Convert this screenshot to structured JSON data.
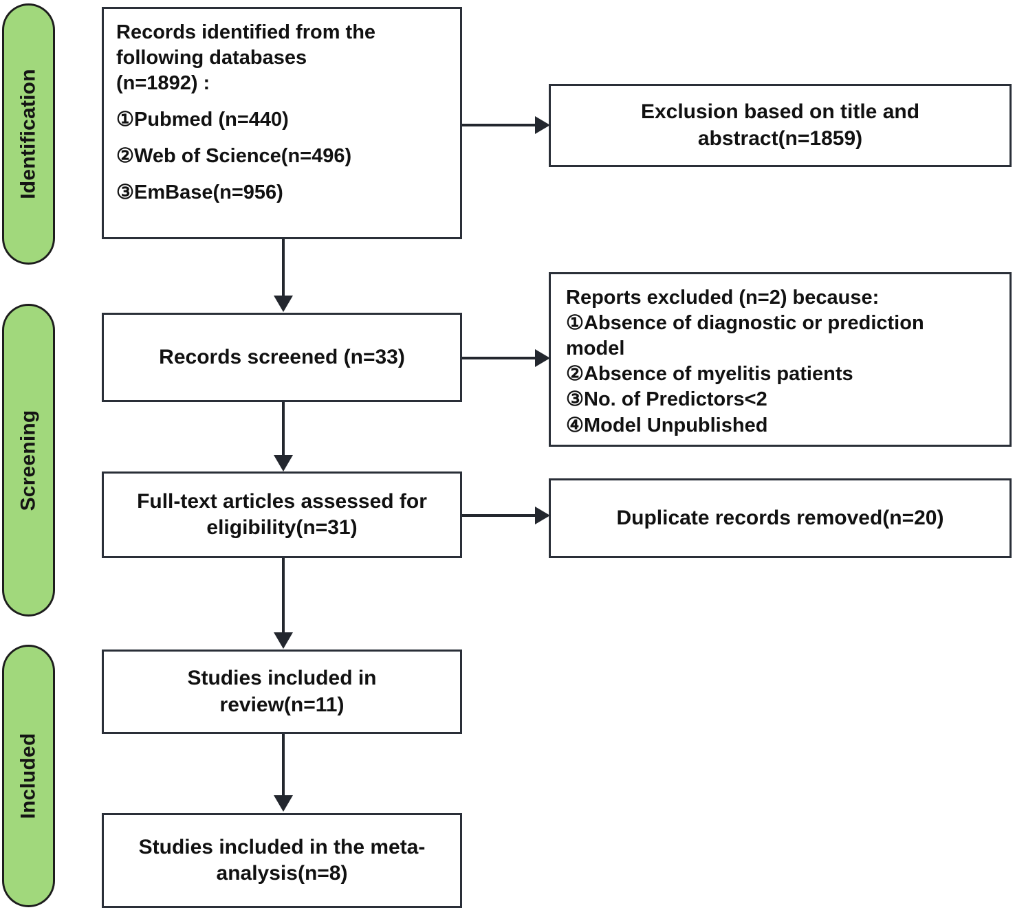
{
  "diagram": {
    "title": "PRISMA study selection flow diagram",
    "colors": {
      "stage_pill_fill": "#a1d87c",
      "stage_pill_border": "#1d1d1d",
      "box_border": "#2a2f38",
      "connector": "#23272e",
      "text": "#111111",
      "background": "#ffffff"
    },
    "stages": [
      {
        "id": "identification",
        "label": "Identification"
      },
      {
        "id": "screening",
        "label": "Screening"
      },
      {
        "id": "included",
        "label": "Included"
      }
    ],
    "boxes": {
      "records_identified": {
        "id": "records-identified",
        "lines": [
          "Records identified from the",
          "following databases",
          " (n=1892)  :"
        ],
        "sources": [
          "①Pubmed  (n=440)",
          "②Web of Science(n=496)",
          "③EmBase(n=956)"
        ],
        "total_n": 1892,
        "source_counts": [
          {
            "name": "Pubmed",
            "n": 440
          },
          {
            "name": "Web of Science",
            "n": 496
          },
          {
            "name": "EmBase",
            "n": 956
          }
        ]
      },
      "exclusion_title_abstract": {
        "id": "exclusion-title-abstract",
        "lines": [
          "Exclusion based on title and",
          "abstract(n=1859)"
        ],
        "n": 1859
      },
      "records_screened": {
        "id": "records-screened",
        "lines": [
          "Records screened  (n=33)"
        ],
        "n": 33
      },
      "reports_excluded": {
        "id": "reports-excluded",
        "heading": "Reports excluded (n=2) because:",
        "n": 2,
        "reasons": [
          "①Absence of diagnostic or prediction",
          "model",
          "②Absence of myelitis patients",
          "③No. of Predictors<2",
          "④Model Unpublished"
        ]
      },
      "full_text_assessed": {
        "id": "full-text-assessed",
        "lines": [
          "Full-text articles assessed for",
          "eligibility(n=31)"
        ],
        "n": 31
      },
      "duplicates_removed": {
        "id": "duplicates-removed",
        "lines": [
          "Duplicate records removed(n=20)"
        ],
        "n": 20
      },
      "studies_in_review": {
        "id": "studies-in-review",
        "lines": [
          "Studies included in",
          "review(n=11)"
        ],
        "n": 11
      },
      "studies_in_meta": {
        "id": "studies-in-meta-analysis",
        "lines": [
          "Studies included in the meta-",
          "analysis(n=8)"
        ],
        "n": 8
      }
    }
  }
}
